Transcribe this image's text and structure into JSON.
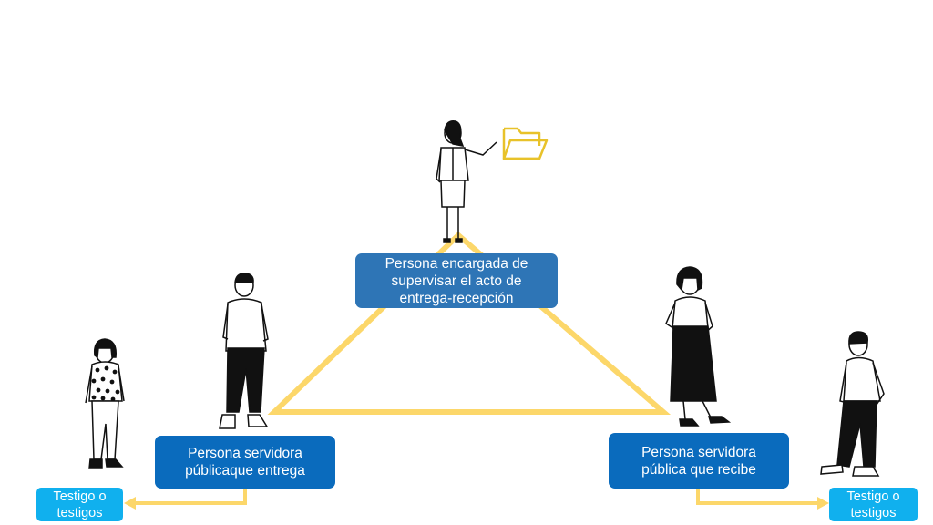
{
  "nodes": {
    "supervisor": {
      "label": "Persona encargada de\nsupervisar el acto de\nentrega-recepción"
    },
    "giver": {
      "label": "Persona servidora\npúblicaque entrega"
    },
    "receiver": {
      "label": "Persona servidora\npública que recibe"
    },
    "witness_left": {
      "label": "Testigo o\ntestigos"
    },
    "witness_right": {
      "label": "Testigo o\ntestigos"
    }
  },
  "colors": {
    "triangle": "#fcd76a",
    "arrow": "#fcd76a",
    "folder": "#e8c22a",
    "box_dark": "#0a6bbd",
    "box_mid": "#2e75b6",
    "box_light": "#10b0ee"
  },
  "icons": [
    "folder-icon",
    "woman-pointing",
    "man-standing-left",
    "woman-standing-right",
    "girl-witness-left",
    "boy-witness-right"
  ]
}
